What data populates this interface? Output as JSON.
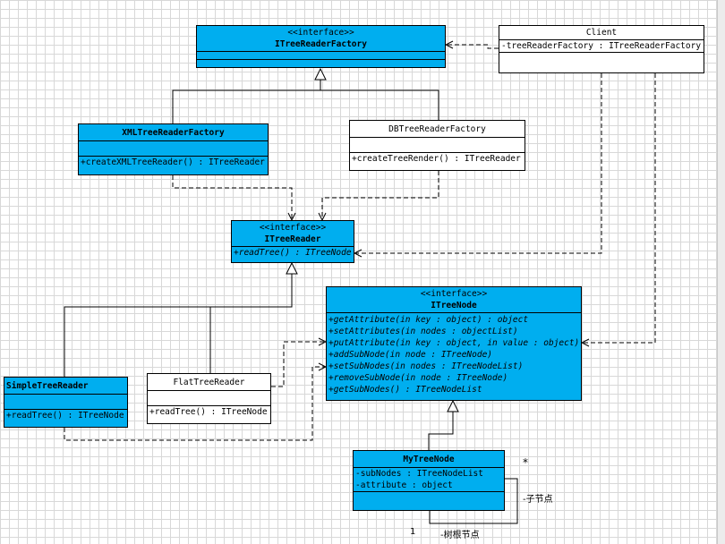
{
  "classes": {
    "tree_reader_factory": {
      "stereotype": "<<interface>>",
      "name": "ITreeReaderFactory",
      "attributes": [],
      "operations": []
    },
    "client": {
      "name": "Client",
      "attributes": [
        "-treeReaderFactory : ITreeReaderFactory"
      ]
    },
    "xml_factory": {
      "name": "XMLTreeReaderFactory",
      "attributes": [],
      "operations": [
        "+createXMLTreeReader() : ITreeReader"
      ]
    },
    "db_factory": {
      "name": "DBTreeReaderFactory",
      "attributes": [],
      "operations": [
        "+createTreeRender() : ITreeReader"
      ]
    },
    "tree_reader": {
      "stereotype": "<<interface>>",
      "name": "ITreeReader",
      "operations": [
        "+readTree() : ITreeNode"
      ]
    },
    "tree_node": {
      "stereotype": "<<interface>>",
      "name": "ITreeNode",
      "operations": [
        "+getAttribute(in key : object) : object",
        "+setAttributes(in nodes : objectList)",
        "+putAttribute(in key : object, in value : object)",
        "+addSubNode(in node : ITreeNode)",
        "+setSubNodes(in nodes : ITreeNodeList)",
        "+removeSubNode(in node : ITreeNode)",
        "+getSubNodes() : ITreeNodeList"
      ]
    },
    "simple_reader": {
      "name": "SimpleTreeReader",
      "attributes": [],
      "operations": [
        "+readTree() : ITreeNode"
      ]
    },
    "flat_reader": {
      "name": "FlatTreeReader",
      "attributes": [],
      "operations": [
        "+readTree() : ITreeNode"
      ]
    },
    "my_tree_node": {
      "name": "MyTreeNode",
      "attributes": [
        "-subNodes : ITreeNodeList",
        "-attribute : object"
      ]
    }
  },
  "labels": {
    "multiplicity_many": "*",
    "multiplicity_one": "1",
    "child_role": "-子节点",
    "root_role": "-树根节点"
  }
}
